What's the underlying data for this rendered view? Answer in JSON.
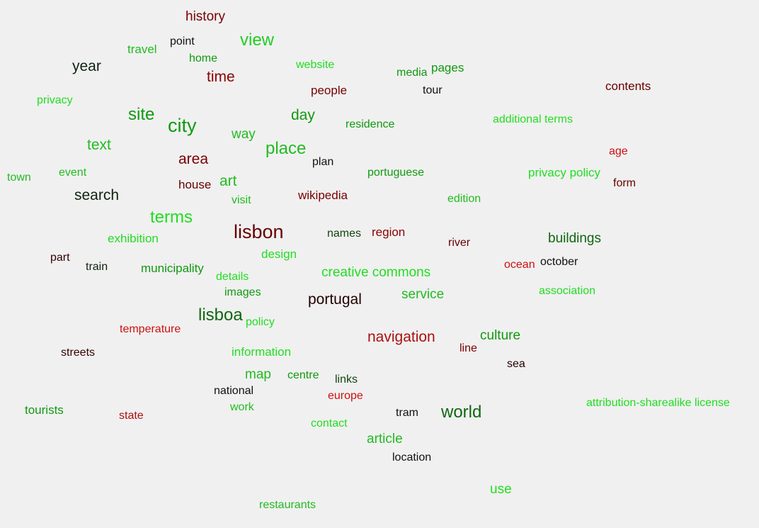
{
  "colors": {
    "lime": "#22dd22",
    "green": "#119911",
    "darkgreen": "#116611",
    "black": "#111111",
    "darkred": "#770000",
    "red": "#cc1111",
    "background": "#f0f0f0"
  },
  "words": [
    {
      "text": "history",
      "color": "#770000"
    },
    {
      "text": "view",
      "color": "#22cc22"
    },
    {
      "text": "point",
      "color": "#111111"
    },
    {
      "text": "travel",
      "color": "#22bb22"
    },
    {
      "text": "home",
      "color": "#119911"
    },
    {
      "text": "year",
      "color": "#112211"
    },
    {
      "text": "time",
      "color": "#880000"
    },
    {
      "text": "website",
      "color": "#22dd22"
    },
    {
      "text": "media",
      "color": "#119911"
    },
    {
      "text": "pages",
      "color": "#119911"
    },
    {
      "text": "people",
      "color": "#770000"
    },
    {
      "text": "tour",
      "color": "#111111"
    },
    {
      "text": "contents",
      "color": "#660000"
    },
    {
      "text": "privacy",
      "color": "#22dd22"
    },
    {
      "text": "site",
      "color": "#119911"
    },
    {
      "text": "city",
      "color": "#119911"
    },
    {
      "text": "day",
      "color": "#119911"
    },
    {
      "text": "residence",
      "color": "#119911"
    },
    {
      "text": "additional terms",
      "color": "#22dd22"
    },
    {
      "text": "way",
      "color": "#22bb22"
    },
    {
      "text": "text",
      "color": "#22bb22"
    },
    {
      "text": "place",
      "color": "#22bb22"
    },
    {
      "text": "area",
      "color": "#770000"
    },
    {
      "text": "age",
      "color": "#cc1111"
    },
    {
      "text": "plan",
      "color": "#111111"
    },
    {
      "text": "town",
      "color": "#22bb22"
    },
    {
      "text": "event",
      "color": "#22bb22"
    },
    {
      "text": "portuguese",
      "color": "#119911"
    },
    {
      "text": "privacy policy",
      "color": "#22dd22"
    },
    {
      "text": "house",
      "color": "#660000"
    },
    {
      "text": "art",
      "color": "#22bb22"
    },
    {
      "text": "form",
      "color": "#660000"
    },
    {
      "text": "search",
      "color": "#112211"
    },
    {
      "text": "wikipedia",
      "color": "#770000"
    },
    {
      "text": "visit",
      "color": "#22bb22"
    },
    {
      "text": "edition",
      "color": "#22bb22"
    },
    {
      "text": "terms",
      "color": "#22dd22"
    },
    {
      "text": "lisbon",
      "color": "#660000"
    },
    {
      "text": "names",
      "color": "#114411"
    },
    {
      "text": "region",
      "color": "#880000"
    },
    {
      "text": "buildings",
      "color": "#116611"
    },
    {
      "text": "exhibition",
      "color": "#22dd22"
    },
    {
      "text": "river",
      "color": "#660000"
    },
    {
      "text": "part",
      "color": "#330000"
    },
    {
      "text": "design",
      "color": "#22dd22"
    },
    {
      "text": "train",
      "color": "#112211"
    },
    {
      "text": "municipality",
      "color": "#119911"
    },
    {
      "text": "creative commons",
      "color": "#22dd22"
    },
    {
      "text": "ocean",
      "color": "#cc1111"
    },
    {
      "text": "october",
      "color": "#111111"
    },
    {
      "text": "details",
      "color": "#22dd22"
    },
    {
      "text": "association",
      "color": "#22dd22"
    },
    {
      "text": "images",
      "color": "#119911"
    },
    {
      "text": "service",
      "color": "#22bb22"
    },
    {
      "text": "portugal",
      "color": "#220000"
    },
    {
      "text": "lisboa",
      "color": "#116611"
    },
    {
      "text": "policy",
      "color": "#22dd22"
    },
    {
      "text": "temperature",
      "color": "#cc1111"
    },
    {
      "text": "navigation",
      "color": "#aa1111"
    },
    {
      "text": "culture",
      "color": "#119911"
    },
    {
      "text": "line",
      "color": "#770000"
    },
    {
      "text": "streets",
      "color": "#330000"
    },
    {
      "text": "information",
      "color": "#22dd22"
    },
    {
      "text": "sea",
      "color": "#220000"
    },
    {
      "text": "map",
      "color": "#22bb22"
    },
    {
      "text": "centre",
      "color": "#119911"
    },
    {
      "text": "links",
      "color": "#114411"
    },
    {
      "text": "national",
      "color": "#111111"
    },
    {
      "text": "europe",
      "color": "#cc1111"
    },
    {
      "text": "attribution-sharealike license",
      "color": "#22dd22"
    },
    {
      "text": "tourists",
      "color": "#119911"
    },
    {
      "text": "work",
      "color": "#22bb22"
    },
    {
      "text": "state",
      "color": "#aa1111"
    },
    {
      "text": "tram",
      "color": "#111111"
    },
    {
      "text": "world",
      "color": "#116611"
    },
    {
      "text": "contact",
      "color": "#22dd22"
    },
    {
      "text": "article",
      "color": "#22bb22"
    },
    {
      "text": "location",
      "color": "#111111"
    },
    {
      "text": "use",
      "color": "#22dd22"
    },
    {
      "text": "restaurants",
      "color": "#22bb22"
    }
  ]
}
